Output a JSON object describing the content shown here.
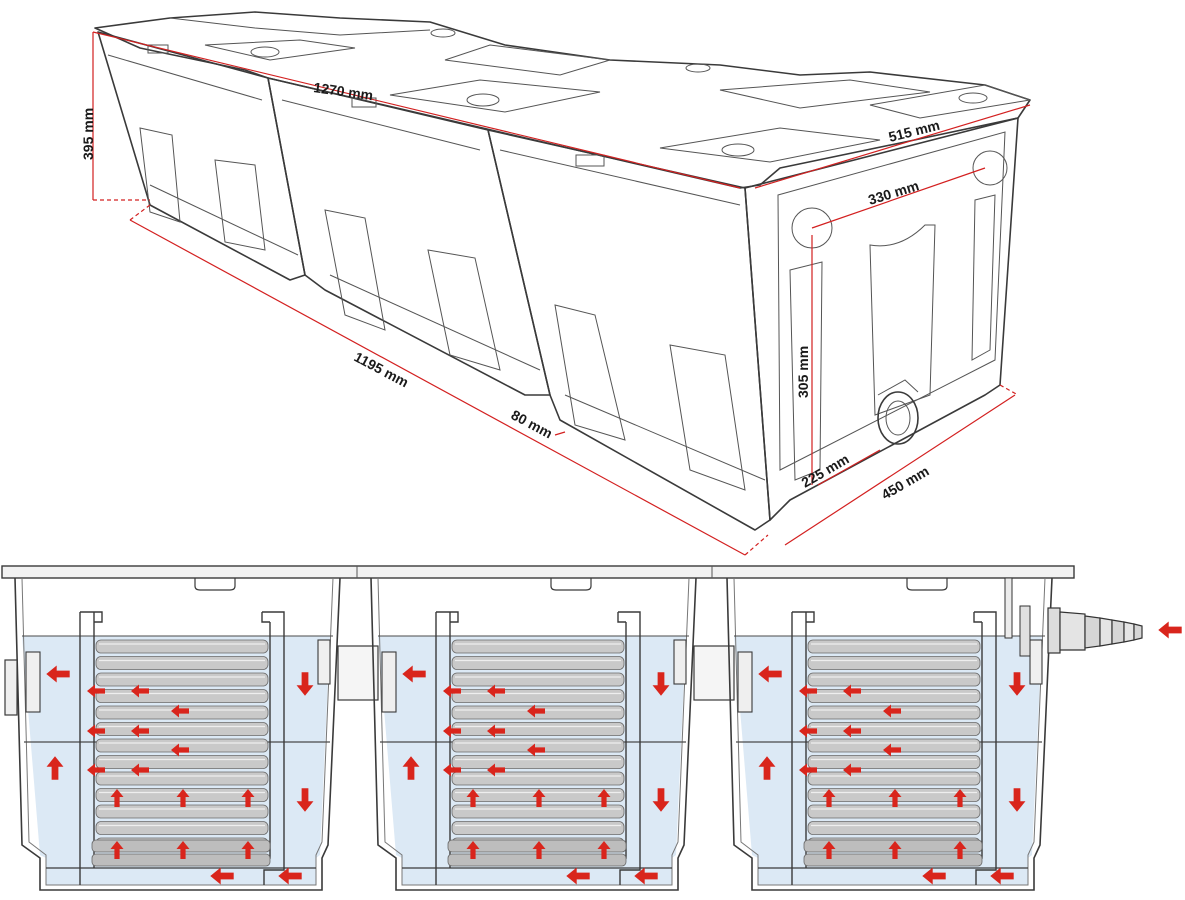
{
  "dimensions": {
    "height": "395 mm",
    "length_top": "1270 mm",
    "width_top": "515 mm",
    "inlet_spacing": "330 mm",
    "outlet_height": "305 mm",
    "length_bottom": "1195 mm",
    "gap": "80 mm",
    "outlet_offset": "225 mm",
    "width_bottom": "450 mm"
  },
  "colors": {
    "water": "#dce9f5",
    "arrow": "#d9251c",
    "outline": "#3a3a3a",
    "media": "#c9c9c9"
  },
  "icons": {
    "flow_arrow": "flow-arrow-icon",
    "inlet_connector": "hose-connector-icon"
  },
  "chambers": 3
}
